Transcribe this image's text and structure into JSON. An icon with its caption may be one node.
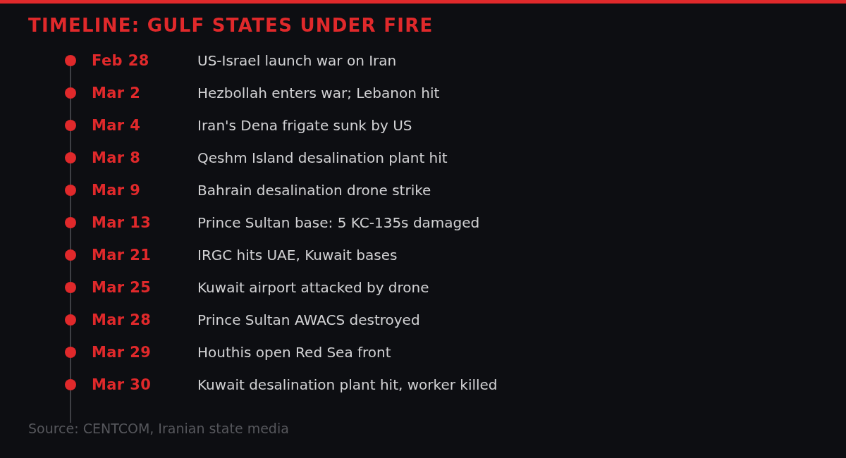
{
  "diagram": {
    "title": "TIMELINE: GULF STATES UNDER FIRE",
    "caption": "Source: CENTCOM, Iranian state media",
    "nodes": [
      {
        "text": [],
        "shape": "circle",
        "beside": [
          "Feb 28"
        ]
      },
      {
        "text": [],
        "shape": "circle",
        "beside": [
          "Mar 2"
        ]
      },
      {
        "text": [],
        "shape": "circle",
        "beside": [
          "Mar 4"
        ]
      },
      {
        "text": [],
        "shape": "circle",
        "beside": [
          "Mar 8"
        ]
      },
      {
        "text": [],
        "shape": "circle",
        "beside": [
          "Mar 9"
        ]
      },
      {
        "text": [],
        "shape": "circle",
        "beside": [
          "Mar 13"
        ]
      },
      {
        "text": [],
        "shape": "circle",
        "beside": [
          "Mar 21"
        ]
      },
      {
        "text": [],
        "shape": "circle",
        "beside": [
          "Mar 25"
        ]
      },
      {
        "text": [],
        "shape": "circle",
        "beside": [
          "Mar 28"
        ]
      },
      {
        "text": [],
        "shape": "circle",
        "beside": [
          "Mar 29"
        ]
      },
      {
        "text": [],
        "shape": "circle",
        "beside": [
          "Mar 30"
        ]
      }
    ],
    "edges": [
      {
        "from": 0,
        "to": 1,
        "arrow": "none"
      },
      {
        "from": 1,
        "to": 2,
        "arrow": "none"
      },
      {
        "from": 2,
        "to": 3,
        "arrow": "none"
      },
      {
        "from": 3,
        "to": 4,
        "arrow": "none"
      },
      {
        "from": 4,
        "to": 5,
        "arrow": "none"
      },
      {
        "from": 5,
        "to": 6,
        "arrow": "none"
      },
      {
        "from": 6,
        "to": 7,
        "arrow": "none"
      },
      {
        "from": 7,
        "to": 8,
        "arrow": "none"
      },
      {
        "from": 8,
        "to": 9,
        "arrow": "none"
      },
      {
        "from": 9,
        "to": 10,
        "arrow": "none"
      },
      {
        "from": 10,
        "to": null,
        "arrow": "none"
      }
    ],
    "labels": [
      "US-Israel launch war on Iran",
      "Hezbollah enters war; Lebanon hit",
      "Iran's Dena frigate sunk by US",
      "Qeshm Island desalination plant hit",
      "Bahrain desalination drone strike",
      "Prince Sultan base: 5 KC-135s damaged",
      "IRGC hits UAE, Kuwait bases",
      "Kuwait airport attacked by drone",
      "Prince Sultan AWACS destroyed",
      "Houthis open Red Sea front",
      "Kuwait desalination plant hit, worker killed"
    ]
  }
}
